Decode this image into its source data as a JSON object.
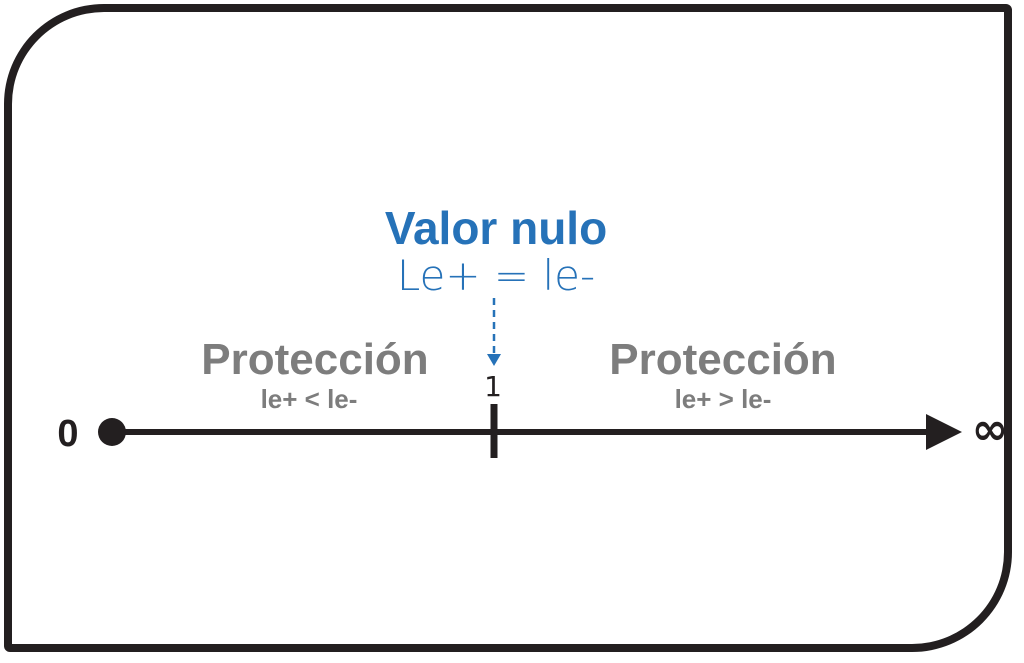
{
  "null_value": {
    "title": "Valor nulo",
    "formula": "Le+ = le-"
  },
  "left_region": {
    "title": "Protección",
    "formula": "le+ < le-"
  },
  "right_region": {
    "title": "Protección",
    "formula": "le+ > le-"
  },
  "axis": {
    "start_label": "0",
    "mid_label": "1",
    "end_label": "∞"
  },
  "colors": {
    "accent": "#2672b8",
    "gray": "#7d7d7d",
    "ink": "#231f20"
  }
}
